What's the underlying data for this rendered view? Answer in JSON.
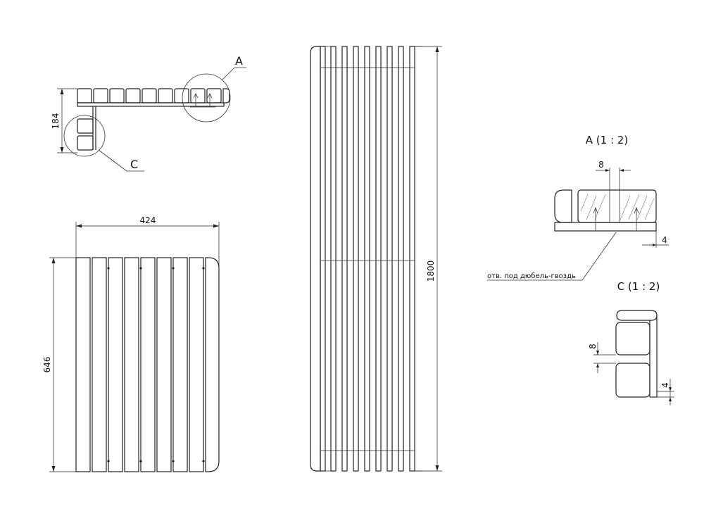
{
  "dimensions": {
    "top_view_height": "184",
    "bench_width": "424",
    "bench_height": "646",
    "long_length": "1800",
    "detail_a_gap": "8",
    "detail_a_offset": "4",
    "detail_c_gap": "8",
    "detail_c_offset": "4"
  },
  "callouts": {
    "a": "A",
    "c": "C"
  },
  "details": {
    "a_title": "A (1 : 2)",
    "c_title": "C (1 : 2)",
    "hole_note": "отв. под дюбель-гвоздь"
  }
}
